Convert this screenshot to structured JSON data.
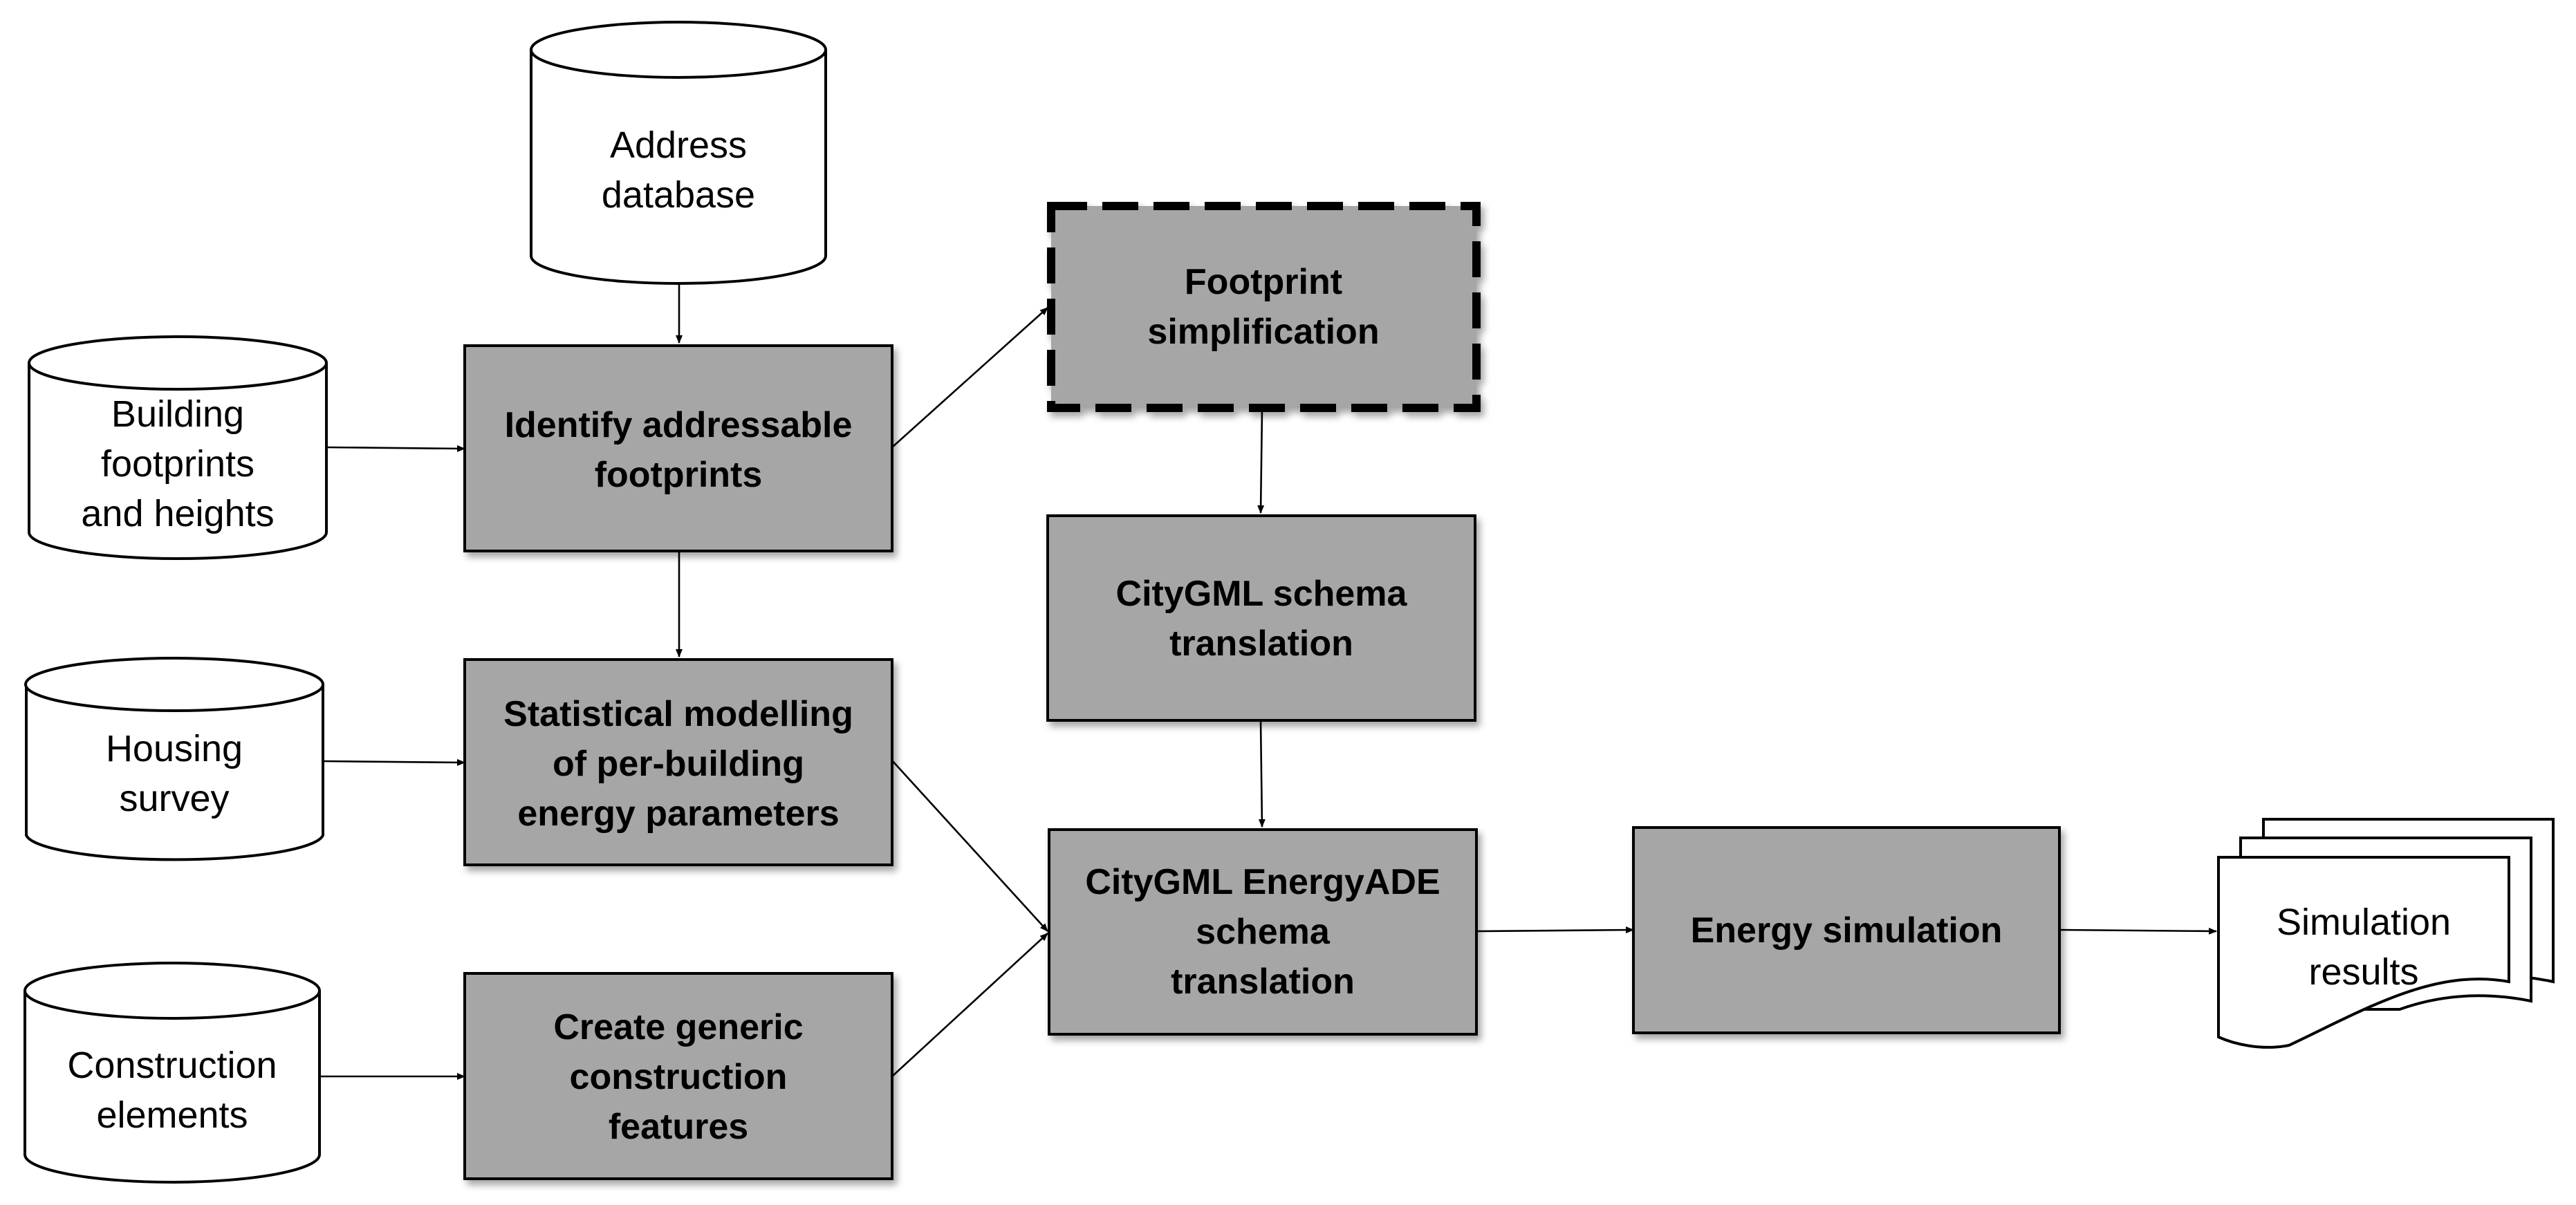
{
  "diagram": {
    "sources": {
      "address_database": {
        "lines": [
          "Address",
          "database"
        ]
      },
      "building_footprints": {
        "lines": [
          "Building",
          "footprints",
          "and heights"
        ]
      },
      "housing_survey": {
        "lines": [
          "Housing",
          "survey"
        ]
      },
      "construction_elements": {
        "lines": [
          "Construction",
          "elements"
        ]
      }
    },
    "processes": {
      "identify_footprints": {
        "lines": [
          "Identify addressable",
          "footprints"
        ]
      },
      "statistical_modelling": {
        "lines": [
          "Statistical modelling",
          "of per-building",
          "energy parameters"
        ]
      },
      "create_generic": {
        "lines": [
          "Create generic",
          "construction",
          "features"
        ]
      },
      "footprint_simplification": {
        "lines": [
          "Footprint",
          "simplification"
        ],
        "optional": true
      },
      "citygml_translation": {
        "lines": [
          "CityGML schema",
          "translation"
        ]
      },
      "energyade_translation": {
        "lines": [
          "CityGML EnergyADE",
          "schema",
          "translation"
        ]
      },
      "energy_simulation": {
        "lines": [
          "Energy simulation"
        ]
      }
    },
    "output": {
      "simulation_results": {
        "lines": [
          "Simulation",
          "results"
        ]
      }
    },
    "edges": [
      {
        "from": "address_database",
        "to": "identify_footprints"
      },
      {
        "from": "building_footprints",
        "to": "identify_footprints"
      },
      {
        "from": "identify_footprints",
        "to": "statistical_modelling"
      },
      {
        "from": "identify_footprints",
        "to": "footprint_simplification"
      },
      {
        "from": "housing_survey",
        "to": "statistical_modelling"
      },
      {
        "from": "construction_elements",
        "to": "create_generic"
      },
      {
        "from": "footprint_simplification",
        "to": "citygml_translation"
      },
      {
        "from": "citygml_translation",
        "to": "energyade_translation"
      },
      {
        "from": "statistical_modelling",
        "to": "energyade_translation"
      },
      {
        "from": "create_generic",
        "to": "energyade_translation"
      },
      {
        "from": "energyade_translation",
        "to": "energy_simulation"
      },
      {
        "from": "energy_simulation",
        "to": "simulation_results"
      }
    ],
    "colors": {
      "process_fill": "#a6a6a6",
      "source_fill": "#ffffff",
      "stroke": "#000000"
    }
  }
}
